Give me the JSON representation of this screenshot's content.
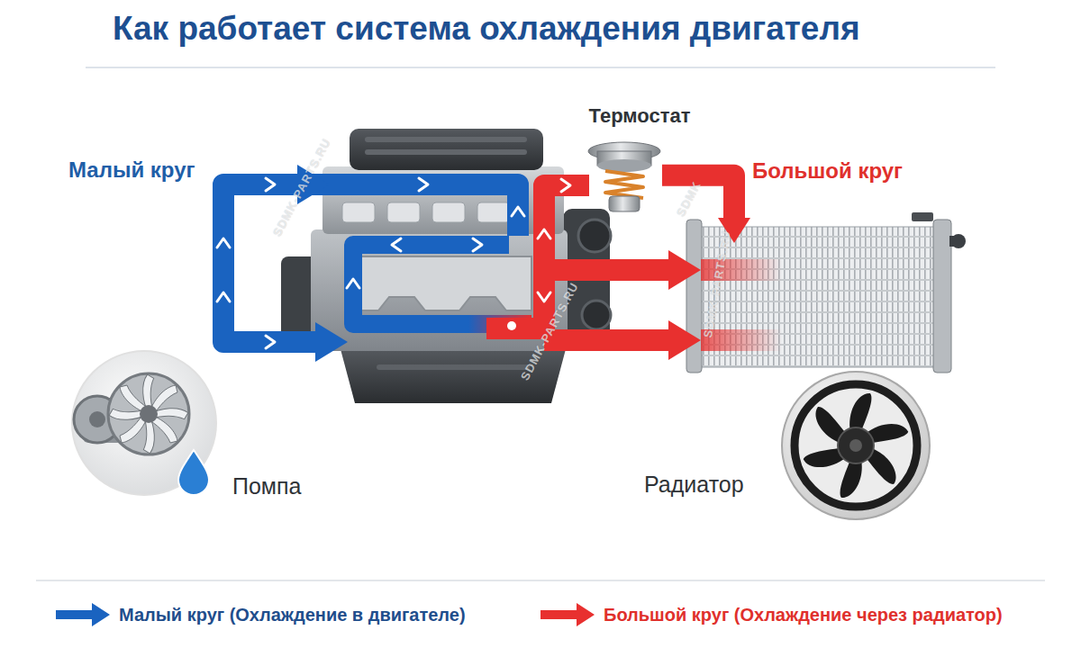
{
  "diagram": {
    "title": "Как работает система охлаждения двигателя",
    "nodes": [
      {
        "text": [
          "Термостат"
        ]
      },
      {
        "text": [
          "Помпа"
        ]
      },
      {
        "text": [
          "Радиатор"
        ]
      }
    ],
    "edges": [
      {
        "from": 0,
        "to": 2,
        "arrow": "to",
        "label": "Большой круг"
      }
    ],
    "labels": [
      "Малый круг",
      "SDMK-PARTS.RU",
      "SDMK-PARTS.RU",
      "SDMK-PARTS.RU",
      "SDMK"
    ],
    "legend": [
      {
        "text": "Малый круг (Охлаждение в двигателе)",
        "color": "#1a63c0"
      },
      {
        "text": "Большой круг (Охлаждение через радиатор)",
        "color": "#e8302f"
      }
    ]
  }
}
